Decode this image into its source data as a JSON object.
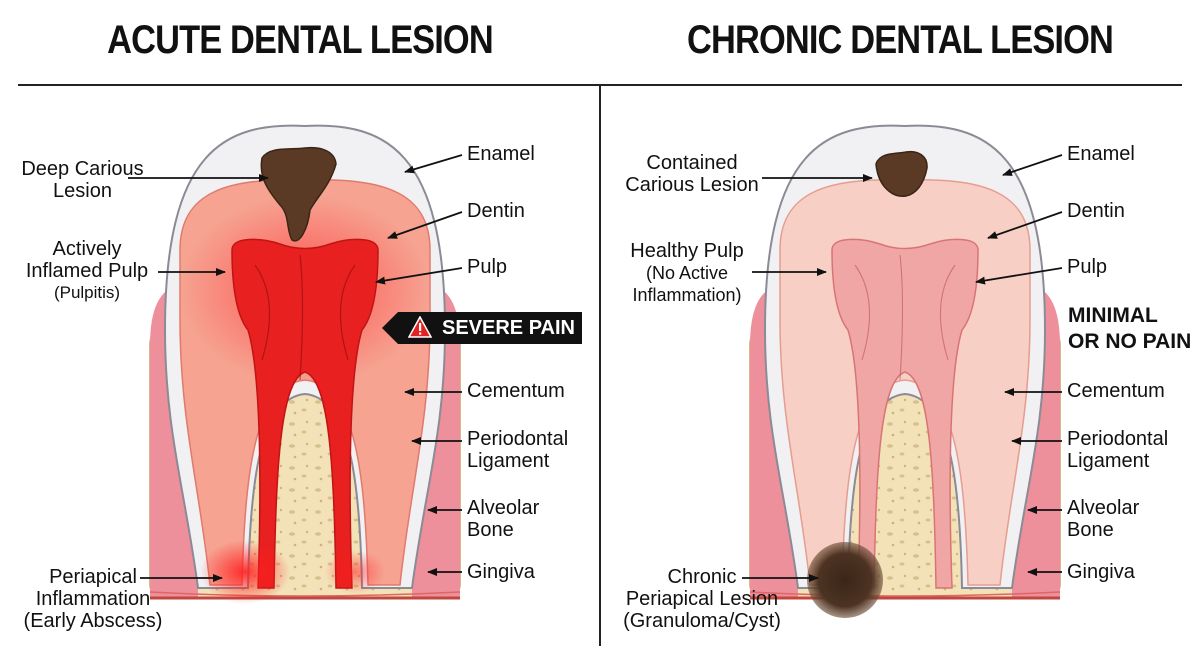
{
  "titles": {
    "left": "ACUTE DENTAL LESION",
    "right": "CHRONIC DENTAL LESION"
  },
  "acute": {
    "labels": {
      "caries_1": "Deep Carious",
      "caries_2": "Lesion",
      "pulp_1": "Actively",
      "pulp_2": "Inflamed Pulp",
      "pulp_3": "(Pulpitis)",
      "periapical_1": "Periapical",
      "periapical_2": "Inflammation",
      "periapical_3": "(Early Abscess)",
      "enamel": "Enamel",
      "dentin": "Dentin",
      "pulp_right": "Pulp",
      "cementum": "Cementum",
      "pdl_1": "Periodontal",
      "pdl_2": "Ligament",
      "bone_1": "Alveolar",
      "bone_2": "Bone",
      "gingiva": "Gingiva"
    },
    "pain": "SEVERE PAIN",
    "pain_icon": "warning-triangle-icon",
    "colors": {
      "pulp": "#e8201f",
      "dentin": "#f6a392"
    }
  },
  "chronic": {
    "labels": {
      "caries_1": "Contained",
      "caries_2": "Carious Lesion",
      "pulp_1": "Healthy Pulp",
      "pulp_2": "(No Active",
      "pulp_3": "Inflammation)",
      "periapical_1": "Chronic",
      "periapical_2": "Periapical Lesion",
      "periapical_3": "(Granuloma/Cyst)",
      "enamel": "Enamel",
      "dentin": "Dentin",
      "pulp_right": "Pulp",
      "cementum": "Cementum",
      "pdl_1": "Periodontal",
      "pdl_2": "Ligament",
      "bone_1": "Alveolar",
      "bone_2": "Bone",
      "gingiva": "Gingiva"
    },
    "pain_1": "MINIMAL",
    "pain_2": "OR NO PAIN",
    "colors": {
      "pulp": "#f1a6a6",
      "dentin": "#f8cfc4"
    }
  }
}
